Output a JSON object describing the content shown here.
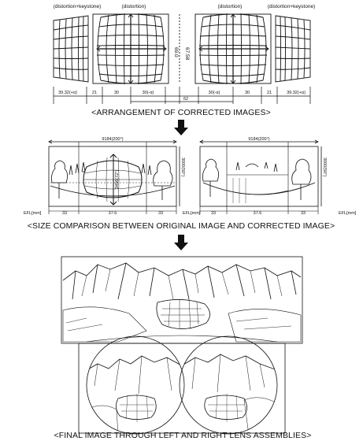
{
  "section1": {
    "labels_top": [
      "(distortion+keystone)",
      "(distortion)",
      "(distortion)",
      "(distortion+keystone)"
    ],
    "height_labels": [
      "69.0",
      "67.58"
    ],
    "dims": [
      "39.32(+α)",
      "21",
      "30",
      "30(-α)",
      "30(-α)",
      "30",
      "21",
      "39.32(+α)"
    ],
    "total": "62",
    "caption": "<ARRANGEMENT OF CORRECTED IMAGES>"
  },
  "section2": {
    "width_label": "9184(200°)",
    "height_label": "3000(50°)",
    "inner_label": "3456(72°)",
    "efl_label": "EFL[mm]",
    "efl_values": [
      "33",
      "37.6",
      "33"
    ],
    "caption": "<SIZE COMPARISON BETWEEN ORIGINAL IMAGE AND CORRECTED IMAGE>"
  },
  "section3": {
    "caption": "<FINAL IMAGE THROUGH LEFT AND RIGHT LENS ASSEMBLIES>"
  },
  "colors": {
    "ink": "#111111",
    "paper": "#ffffff"
  }
}
